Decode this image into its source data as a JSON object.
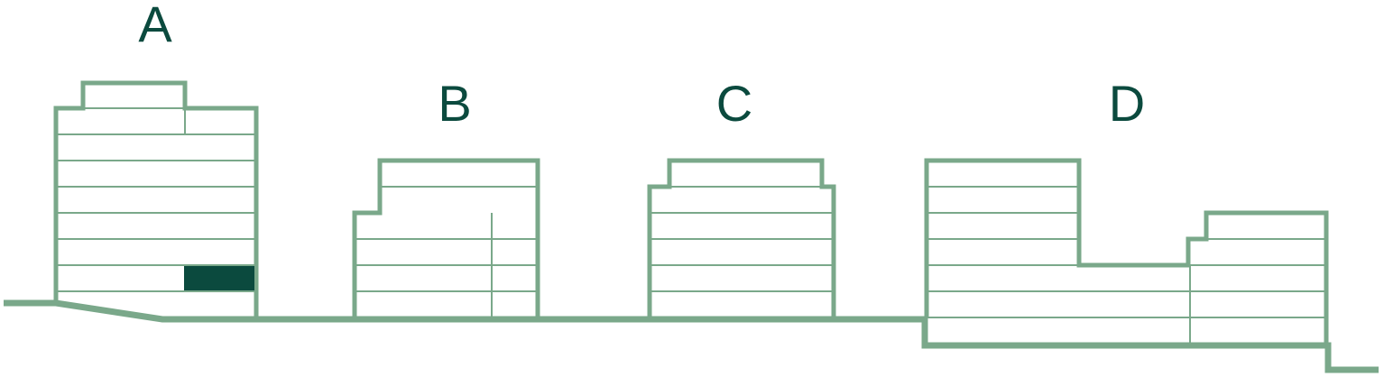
{
  "diagram": {
    "buildings": [
      {
        "id": "A",
        "label": "A",
        "floors": 8,
        "highlighted_unit": true
      },
      {
        "id": "B",
        "label": "B",
        "floors": 6
      },
      {
        "id": "C",
        "label": "C",
        "floors": 6
      },
      {
        "id": "D",
        "label": "D",
        "floors": 7
      }
    ],
    "colors": {
      "outline": "#7aa88a",
      "label": "#0b4a3e",
      "highlight": "#0b4a3e",
      "background": "#ffffff"
    }
  }
}
